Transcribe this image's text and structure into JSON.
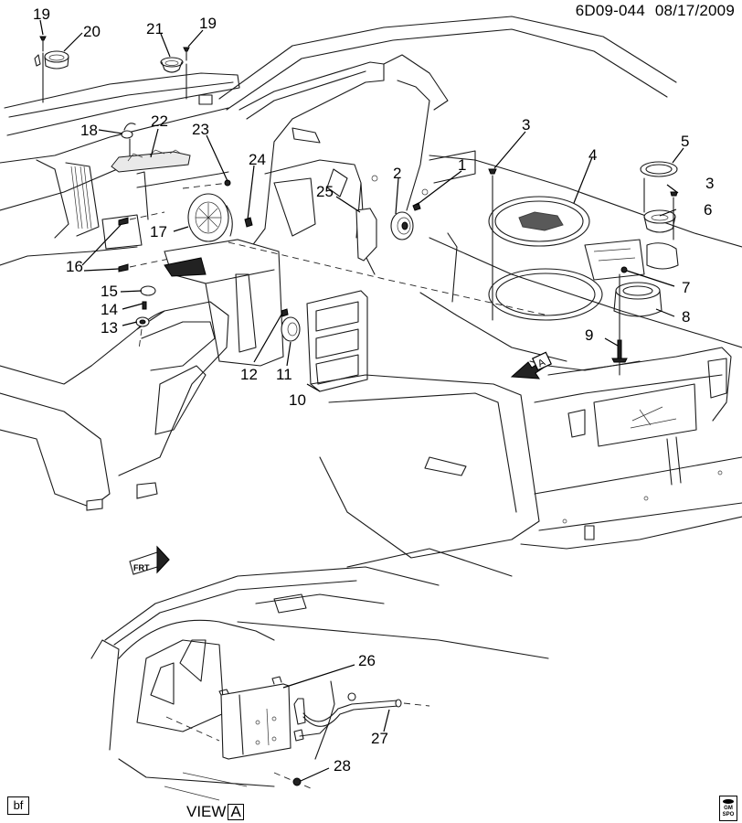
{
  "header": {
    "diagram_id": "6D09-044",
    "date": "08/17/2009"
  },
  "footer": {
    "illustrator_code": "bf",
    "view_label": "VIEW",
    "view_letter": "A",
    "logo": {
      "name": "gm-spo-logo-icon",
      "line1": "GM",
      "line2": "SPO"
    }
  },
  "markers": {
    "view_a_arrow_letter": "A",
    "front_arrow_text": "FRT"
  },
  "callouts": [
    {
      "id": "c1",
      "label": "1"
    },
    {
      "id": "c2",
      "label": "2"
    },
    {
      "id": "c3a",
      "label": "3"
    },
    {
      "id": "c3b",
      "label": "3"
    },
    {
      "id": "c4",
      "label": "4"
    },
    {
      "id": "c5",
      "label": "5"
    },
    {
      "id": "c6",
      "label": "6"
    },
    {
      "id": "c7",
      "label": "7"
    },
    {
      "id": "c8",
      "label": "8"
    },
    {
      "id": "c9",
      "label": "9"
    },
    {
      "id": "c10",
      "label": "10"
    },
    {
      "id": "c11",
      "label": "11"
    },
    {
      "id": "c12",
      "label": "12"
    },
    {
      "id": "c13",
      "label": "13"
    },
    {
      "id": "c14",
      "label": "14"
    },
    {
      "id": "c15",
      "label": "15"
    },
    {
      "id": "c16",
      "label": "16"
    },
    {
      "id": "c17",
      "label": "17"
    },
    {
      "id": "c18",
      "label": "18"
    },
    {
      "id": "c19a",
      "label": "19"
    },
    {
      "id": "c19b",
      "label": "19"
    },
    {
      "id": "c20",
      "label": "20"
    },
    {
      "id": "c21",
      "label": "21"
    },
    {
      "id": "c22",
      "label": "22"
    },
    {
      "id": "c23",
      "label": "23"
    },
    {
      "id": "c24",
      "label": "24"
    },
    {
      "id": "c25",
      "label": "25"
    },
    {
      "id": "c26",
      "label": "26"
    },
    {
      "id": "c27",
      "label": "27"
    },
    {
      "id": "c28",
      "label": "28"
    }
  ]
}
